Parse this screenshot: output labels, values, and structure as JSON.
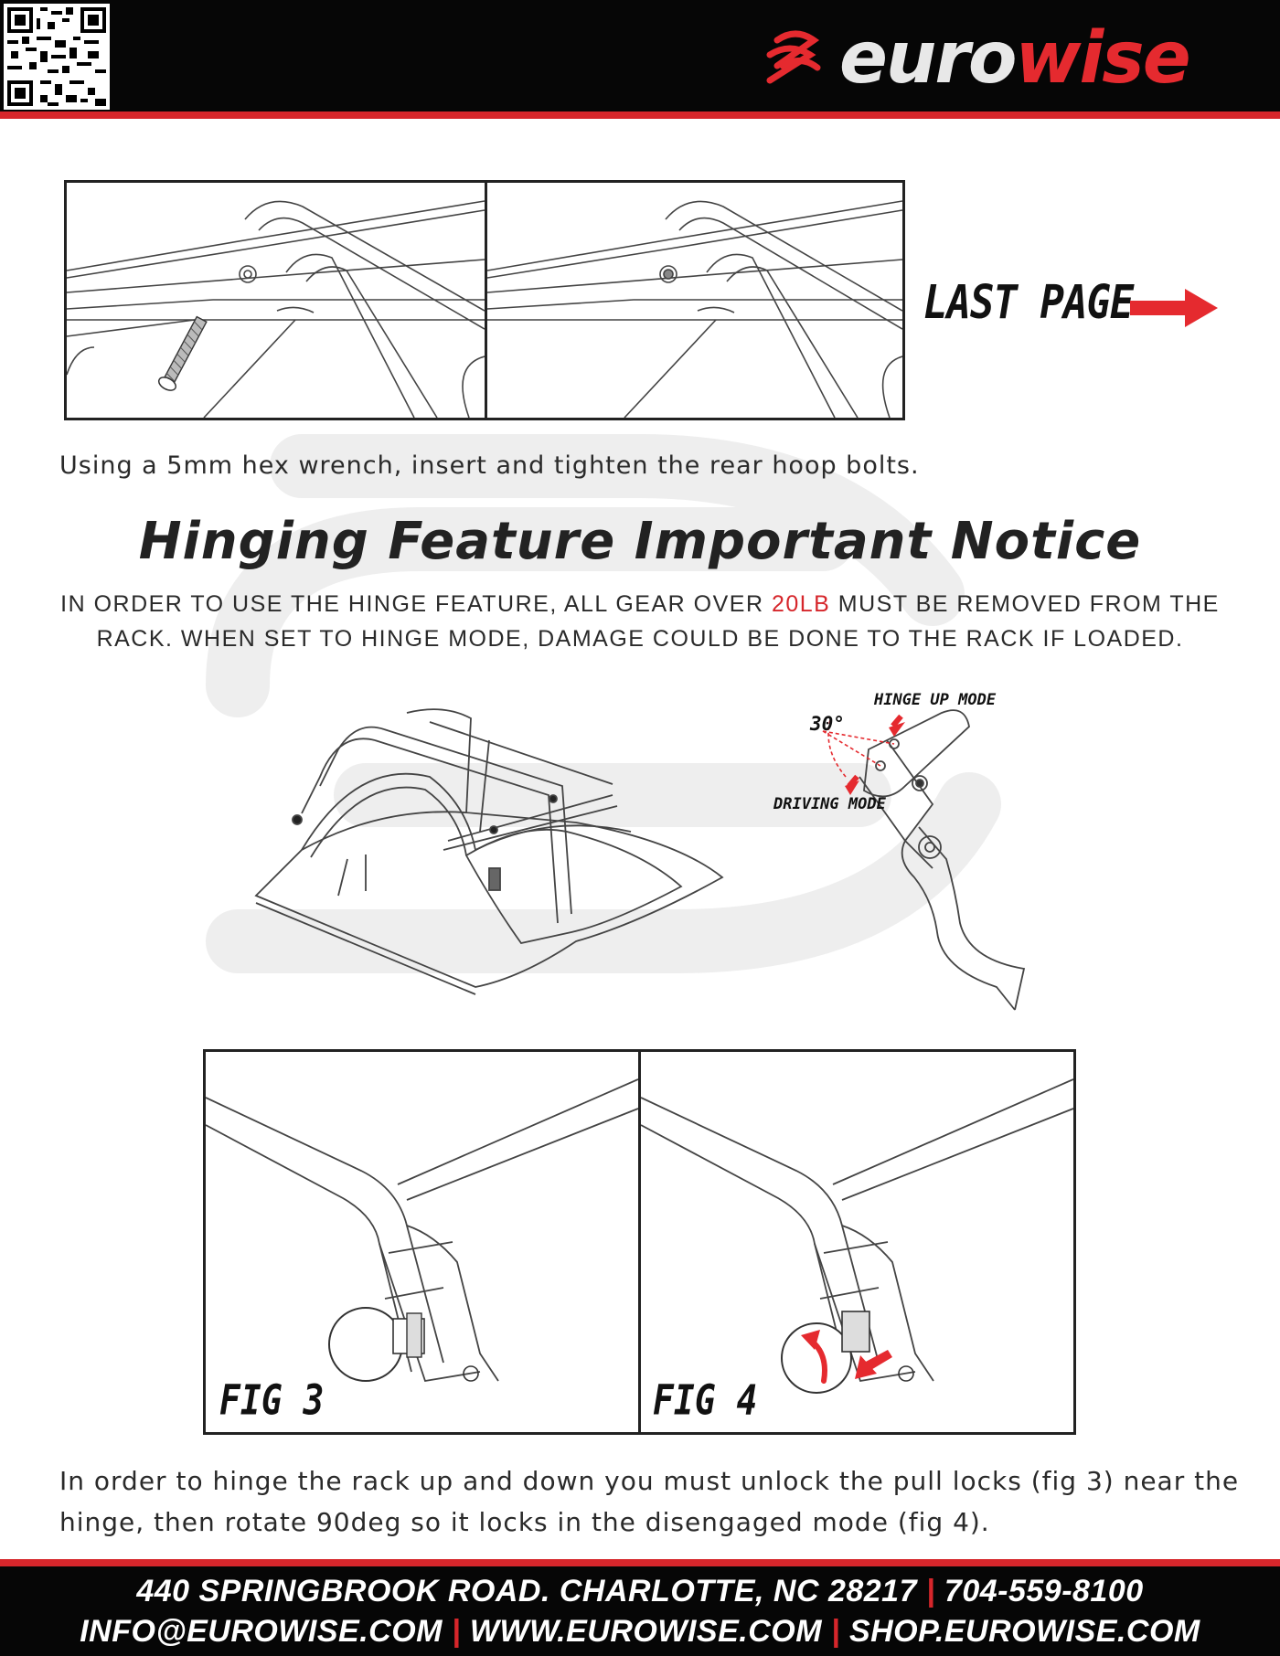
{
  "header": {
    "brand": {
      "part1": "euro",
      "part2": "wise"
    }
  },
  "top_section": {
    "last_page": "LAST PAGE",
    "caption": "Using a 5mm hex wrench, insert and tighten the rear hoop bolts."
  },
  "notice": {
    "title": "Hinging Feature Important Notice",
    "line1_pre": "IN ORDER TO USE THE HINGE FEATURE, ALL GEAR OVER ",
    "line1_highlight": "20LB",
    "line1_post": " MUST BE REMOVED FROM THE",
    "line2": "RACK. WHEN SET TO HINGE MODE, DAMAGE COULD BE DONE TO THE RACK IF LOADED."
  },
  "hinge_diagram": {
    "angle_label": "30°",
    "hinge_up_label": "HINGE UP MODE",
    "driving_label": "DRIVING MODE"
  },
  "figures": {
    "fig3_label": "FIG 3",
    "fig4_label": "FIG 4"
  },
  "bottom_caption": {
    "line1": "In order to hinge the rack up and down you must unlock the pull locks (fig 3) near the",
    "line2": "hinge, then rotate 90deg so it locks in the disengaged mode (fig 4)."
  },
  "footer": {
    "address": "440 SPRINGBROOK ROAD. CHARLOTTE, NC 28217",
    "phone": "704-559-8100",
    "separator": "|",
    "email": "INFO@EUROWISE.COM",
    "website": "WWW.EUROWISE.COM",
    "shop": "SHOP.EUROWISE.COM"
  },
  "colors": {
    "accent_red": "#d6262b",
    "header_black": "#060606"
  }
}
